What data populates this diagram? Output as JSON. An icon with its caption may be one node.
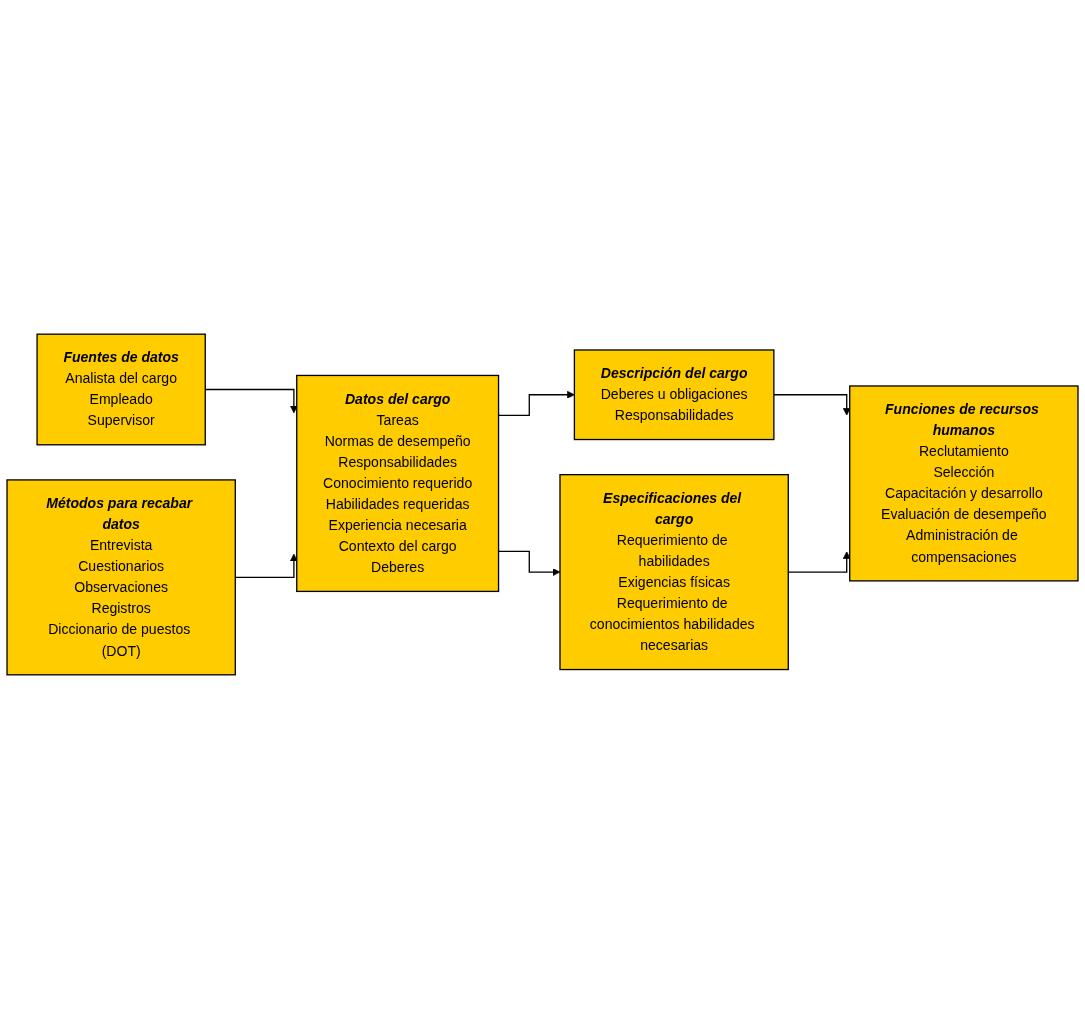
{
  "diagram": {
    "nodes": [
      {
        "text": [
          "Fuentes de datos",
          "Analista del cargo",
          "Empleado",
          "Supervisor"
        ]
      },
      {
        "text": [
          "Datos del cargo",
          "Tareas",
          "Normas de desempeño",
          "Responsabilidades",
          "Conocimiento requerido",
          "Habilidades requeridas",
          "Experiencia necesaria",
          "Contexto del cargo",
          "Deberes"
        ]
      },
      {
        "text": [
          "Descripción del cargo",
          "Deberes u obligaciones",
          "Responsabilidades"
        ]
      },
      {
        "text": [
          "Funciones de recursos humanos",
          "Reclutamiento",
          "Selección",
          "Capacitación y desarrollo",
          "Evaluación de desempeño",
          "Administración de compensaciones"
        ]
      },
      {
        "text": [
          "Métodos para recabar datos",
          "Entrevista",
          "Cuestionarios",
          "Observaciones",
          "Registros",
          "Diccionario de puestos (DOT)"
        ]
      },
      {
        "text": [
          "Especificaciones del cargo",
          "Requerimiento de habilidades",
          "Exigencias físicas",
          "Requerimiento de conocimientos habilidades necesarias"
        ]
      }
    ],
    "edges": [
      {
        "from": 0,
        "to": 1,
        "arrow": "to"
      },
      {
        "from": 4,
        "to": 1,
        "arrow": "to"
      },
      {
        "from": 1,
        "to": 2,
        "arrow": "to"
      },
      {
        "from": 2,
        "to": 3,
        "arrow": "to"
      },
      {
        "from": 1,
        "to": 5,
        "arrow": "to"
      },
      {
        "from": 5,
        "to": 3,
        "arrow": "to"
      }
    ]
  }
}
